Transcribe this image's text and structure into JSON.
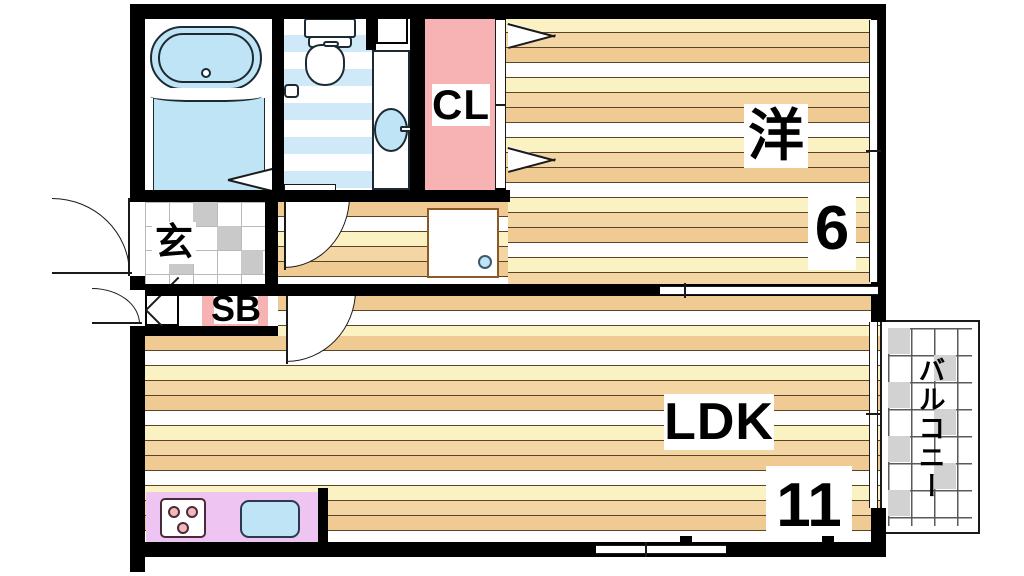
{
  "plan": {
    "type": "japanese-apartment-floor-plan",
    "layout_code": "1LDK"
  },
  "rooms": {
    "closet": {
      "label": "CL",
      "name": "closet",
      "color": "#f7b3b3"
    },
    "western_room": {
      "label": "洋",
      "size": "6",
      "name": "western-style-room-6-jo"
    },
    "living": {
      "label": "LDK",
      "size": "11",
      "name": "living-dining-kitchen-11-jo"
    },
    "entrance": {
      "label": "玄",
      "name": "genkan-entrance"
    },
    "shoebox": {
      "label": "SB",
      "name": "shoe-box",
      "color": "#f7b3b3"
    },
    "balcony": {
      "label": "バルコニー",
      "name": "balcony"
    },
    "bathroom": {
      "name": "unit-bath",
      "color": "#bee4f5"
    },
    "washroom": {
      "name": "washroom-toilet"
    }
  },
  "fixtures": {
    "bathtub": "bathtub-icon",
    "bath_drain": "drain-icon",
    "toilet": "toilet-icon",
    "vanity": "vanity-basin-icon",
    "washing_machine": "washing-machine-space-icon",
    "wm_drain": "drain-icon",
    "stove": "gas-stove-icon",
    "burners": 3,
    "sink": "kitchen-sink-icon",
    "meter_box": "meter-box-icon"
  },
  "colors": {
    "wall": "#000000",
    "floor_cream": "#fbf2c4",
    "floor_tan_light": "#f3d6a4",
    "floor_tan": "#efcb93",
    "floor_white": "#ffffff",
    "water_blue": "#bee4f5",
    "closet_pink": "#f7b3b3",
    "kitchen_purple": "#eec4f2",
    "balcony_gray": "#d2d2d2"
  }
}
